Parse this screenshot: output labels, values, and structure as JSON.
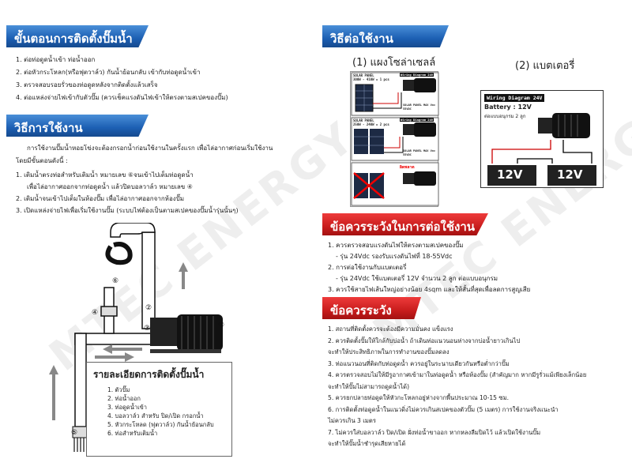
{
  "left": {
    "install_title": "ขั้นตอนการติดตั้งปั๊มน้ำ",
    "install_steps": [
      "1. ต่อท่อดูดน้ำเข้า ท่อน้ำออก",
      "2. ต่อหัวกระโหลก(หรือฟุตวาล์ว) กันน้ำย้อนกลับ เข้ากับท่อดูดน้ำเข้า",
      "3. ตรวจสอบรอยรั่วของท่อดูดหลังจากติดตั้งแล้วเสร็จ",
      "4. ต่อแหล่งจ่ายไฟเข้ากับตัวปั๊ม (ควรเช็คแรงดันไฟเข้าให้ตรงตามสเปคของปั๊ม)"
    ],
    "usage_title": "วิธีการใช้งาน",
    "usage_intro": [
      "การใช้งานปั๊มน้ำหอยโข่งจะต้องกรอกน้ำก่อนใช้งานในครั้งแรก เพื่อไล่อากาศก่อนเริ่มใช้งาน",
      "โดยมีขั้นตอนดังนี้ :"
    ],
    "usage_steps": [
      "1. เติมน้ำตรงท่อสำหรับเติมน้ำ หมายเลข ⑥จนเข้าไปเต็มท่อดูดน้ำ",
      "เพื่อไล่อากาศออกจากท่อดูดน้ำ แล้วปิดบอลวาล์ว หมายเลข ④",
      "2. เติมน้ำจนเข้าไปเต็มในห้องปั๊ม เพื่อไล่อากาศออกจากห้องปั๊ม",
      "3. เปิดแหล่งจ่ายไฟเพื่อเริ่มใช้งานปั๊ม (ระบบไฟต้องเป็นตามสเปคของปั๊มน้ำรุ่นนั้นๆ)"
    ],
    "diagram_numbers": [
      "①",
      "②",
      "③",
      "④",
      "⑤",
      "⑥"
    ],
    "legend_title": "รายละเอียดการติดตั้งปั๊มน้ำ",
    "legend_items": [
      "1. ตัวปั๊ม",
      "2. ท่อน้ำออก",
      "3. ท่อดูดน้ำเข้า",
      "4. บอลวาล์ว สำหรับ ปิด/เปิด กรอกน้ำ",
      "5. หัวกระโหลด (ฟุตวาล์ว) กันน้ำย้อนกลับ",
      "6. ท่อสำหรับเติมน้ำ"
    ]
  },
  "right": {
    "wiring_title": "วิธีต่อใช้งาน",
    "solar_heading": "(1) แผงโซล่าเซลล์",
    "battery_heading": "(2) แบตเตอรี่",
    "solar_panels": [
      {
        "spec": "SOLAR PANEL\n300W - 410W = 1 pcs",
        "tag": "Wiring Diagram 24V",
        "max": "SOLAR PANEL MAX Voc 55VDC"
      },
      {
        "spec": "SOLAR PANEL\n250W - 240W = 2 pcs",
        "tag": "Wiring Diagram 24V",
        "max": "SOLAR PANEL MAX Voc 55VDC"
      },
      {
        "spec": "",
        "tag": "ผิดพลาด",
        "max": ""
      }
    ],
    "battery_tag": "Wiring Diagram 24V",
    "battery_spec": "Battery : 12V",
    "battery_series": "ต่อแบบอนุกรม 2 ลูก",
    "battery_labels": [
      "12V",
      "12V"
    ],
    "caution_title": "ข้อควรระวังในการต่อใช้งาน",
    "caution_items": [
      "1. ควรตรวจสอบแรงดันไฟให้ตรงตามสเปคของปั๊ม",
      "- รุ่น 24Vdc รองรับแรงดันไฟที่ 18-55Vdc",
      "2. การต่อใช้งานกับแบตเตอรี่",
      "- รุ่น 24Vdc ใช้แบตเตอรี่ 12V จำนวน 2 ลูก ต่อแบบอนุกรม",
      "3. ควรใช้สายไฟเส้นใหญ่อย่างน้อย 4sqm และให้สั้นที่สุดเพื่อลดการสูญเสีย"
    ],
    "precaution_title": "ข้อควรระวัง",
    "precaution_items": [
      "1. สถานที่ติดตั้งควรจะต้องมีความมั่นคง แข็งแรง",
      "2. ควรติดตั้งปั๊มให้ใกล้กับบ่อน้ำ ถ้าเดินท่อแนวนอนห่างจากบ่อน้ำยาวเกินไป",
      "จะทำให้ประสิทธิภาพในการทำงานของปั๊มลดลง",
      "3. ท่อแนวนอนที่ติดกับท่อดูดน้ำ ควรอยู่ในระนาบเดียวกันหรือต่ำกว่าปั๊ม",
      "4. ควรตรวจสอบไม่ให้มีรูอากาศเข้ามาในท่อดูดน้ำ หรือห้องปั๊ม (สำคัญมาก หากมีรูรั่วแม้เพียงเล็กน้อย",
      "จะทำให้ปั๊มไม่สามารถดูดน้ำได้)",
      "5. ควรยกปลายท่อดูดให้หัวกะโหลกอยู่ห่างจากพื้นประมาณ 10-15 ซม.",
      "6. การติดตั้งท่อดูดน้ำในแนวดิ่งไม่ควรเกินสเปคของตัวปั๊ม (5 เมตร) การใช้งานจริงแนะนำ",
      "ไม่ควรเกิน 3 เมตร",
      "7. ไม่ควรใส่บอลวาล์ว ปิด/เปิด ฝั่งท่อน้ำขาออก หากหลงลืมปิดไว้ แล้วเปิดใช้งานปั๊ม",
      "จะทำให้ปั๊มน้ำชำรุดเสียหายได้"
    ]
  },
  "watermark": "MTEC ENERGY",
  "colors": {
    "blue": "#1c5fb3",
    "red": "#c91d1d"
  }
}
